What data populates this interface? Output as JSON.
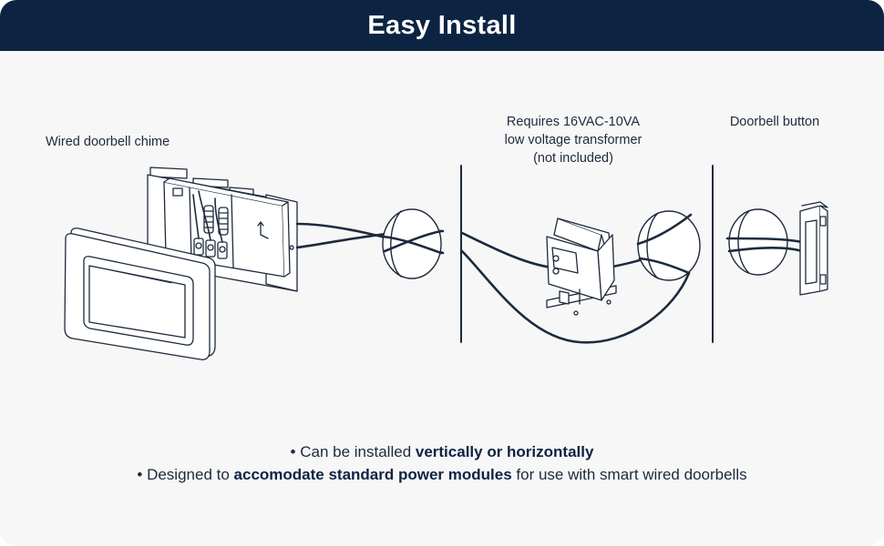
{
  "title": "Easy Install",
  "labels": {
    "chime": "Wired doorbell chime",
    "transformer_line1": "Requires 16VAC-10VA",
    "transformer_line2": "low voltage transformer",
    "transformer_line3": "(not included)",
    "button": "Doorbell button"
  },
  "notes": [
    {
      "bullet": "•",
      "pre": "Can be installed ",
      "bold": "vertically or horizontally",
      "post": ""
    },
    {
      "bullet": "•",
      "pre": "Designed to ",
      "bold": "accomodate standard power modules",
      "post": " for use with smart wired doorbells"
    }
  ],
  "colors": {
    "header_bg": "#0c2442",
    "background": "#f7f7f7",
    "stroke": "#1d2a3d"
  }
}
